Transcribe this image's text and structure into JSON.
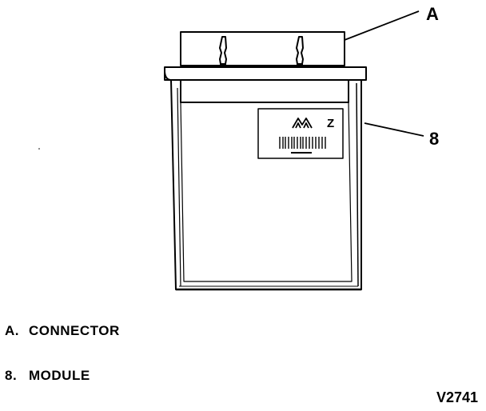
{
  "callouts": {
    "a": "A",
    "b": "8"
  },
  "legend": [
    {
      "key": "A.",
      "label": "CONNECTOR"
    },
    {
      "key": "8.",
      "label": "MODULE"
    }
  ],
  "label_plate": {
    "code": "Z"
  },
  "figure_code": "V2741"
}
